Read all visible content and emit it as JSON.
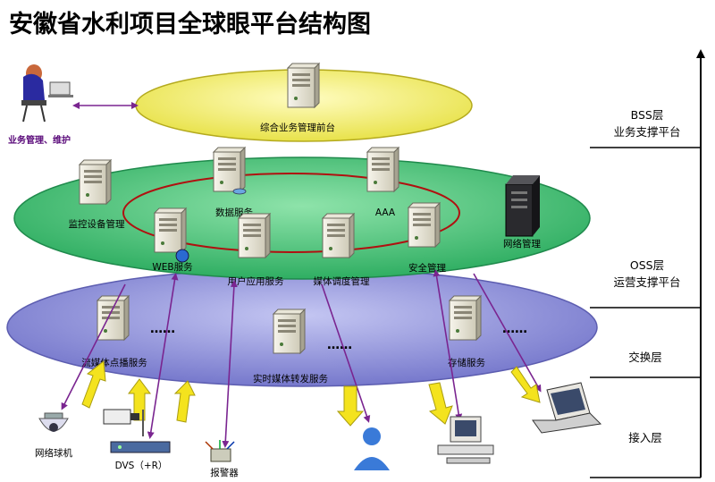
{
  "title": "安徽省水利项目全球眼平台结构图",
  "operator_label": "业务管理、维护",
  "top_ring": {
    "server_label": "综合业务管理前台"
  },
  "middle_ring": {
    "nodes": {
      "monitor": "监控设备管理",
      "data": "数据服务",
      "aaa": "AAA",
      "web": "WEB服务",
      "userapp": "用户应用服务",
      "media_sched": "媒体调度管理",
      "security": "安全管理"
    },
    "network_mgmt": "网络管理"
  },
  "bottom_ring": {
    "nodes": {
      "stream_access": "流媒体点播服务",
      "realtime_forward": "实时媒体转发服务",
      "storage": "存储服务"
    },
    "ellipsis": "……"
  },
  "devices": {
    "dome_camera": "网络球机",
    "dvs": "DVS（+R）",
    "alarm": "报警器"
  },
  "layers": [
    {
      "line1": "BSS层",
      "line2": "业务支撑平台"
    },
    {
      "line1": "OSS层",
      "line2": "运营支撑平台"
    },
    {
      "line1": "交换层",
      "line2": ""
    },
    {
      "line1": "接入层",
      "line2": ""
    }
  ],
  "colors": {
    "top_ring": "#f2ef7a",
    "middle_ring": "#49c07a",
    "bottom_ring": "#8d8fd8",
    "link_line": "#b01010",
    "arrow_purple": "#7a2590",
    "arrow_yellow": "#f4e31e"
  }
}
